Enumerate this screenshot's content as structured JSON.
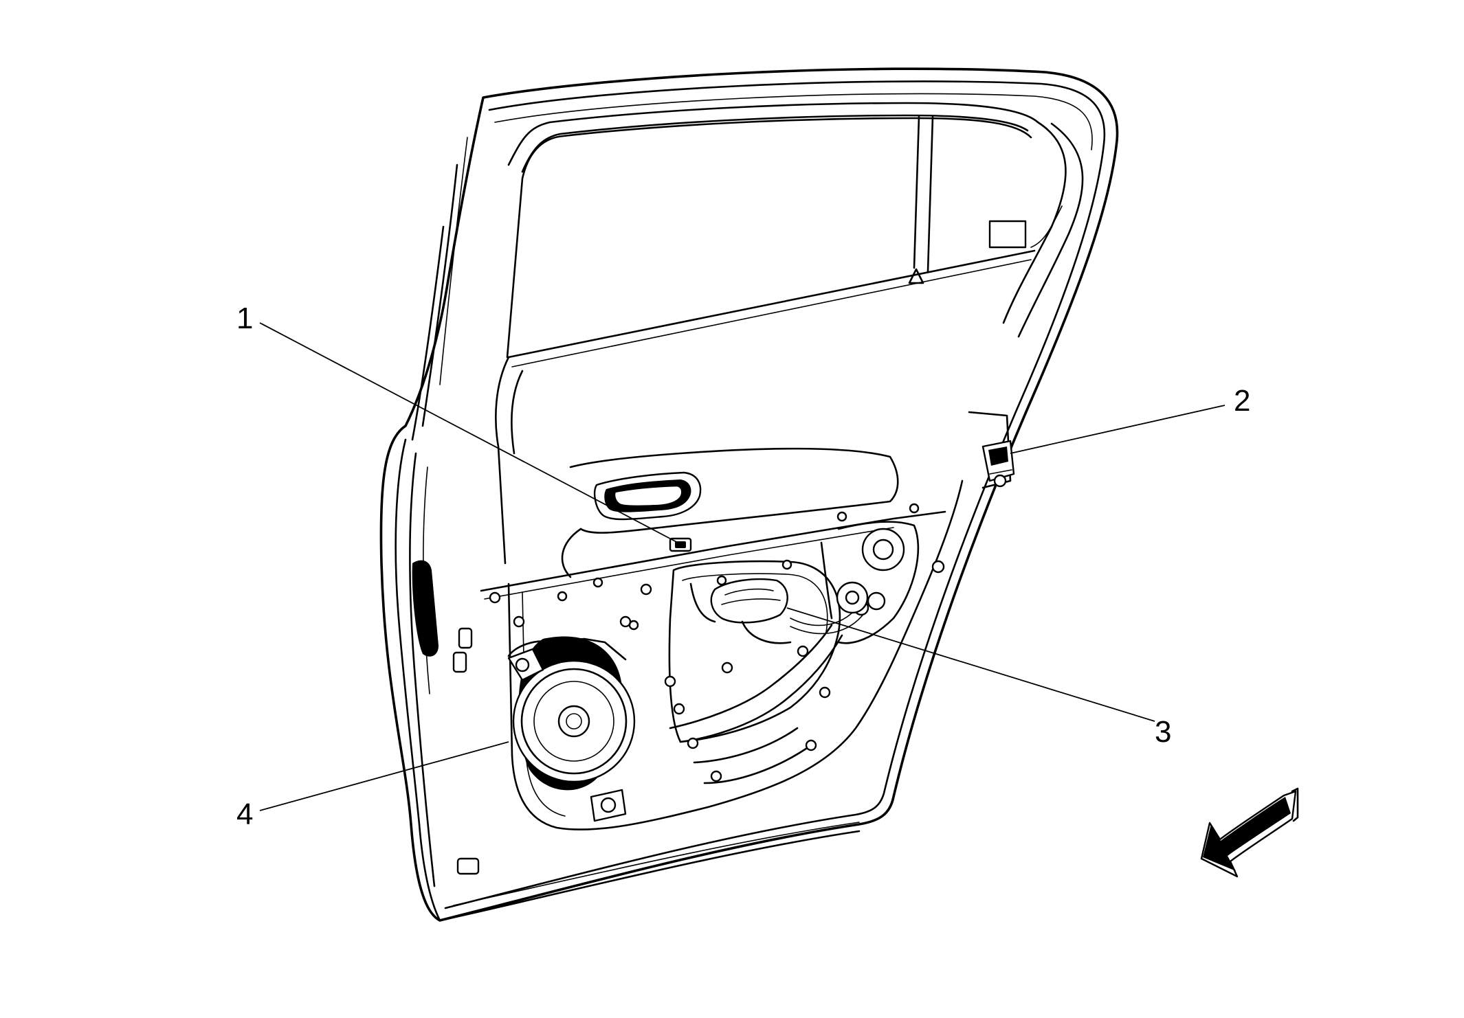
{
  "callouts": [
    {
      "number": "1"
    },
    {
      "number": "2"
    },
    {
      "number": "3"
    },
    {
      "number": "4"
    }
  ],
  "icons": {
    "direction_arrow": "front-direction-arrow-icon"
  }
}
